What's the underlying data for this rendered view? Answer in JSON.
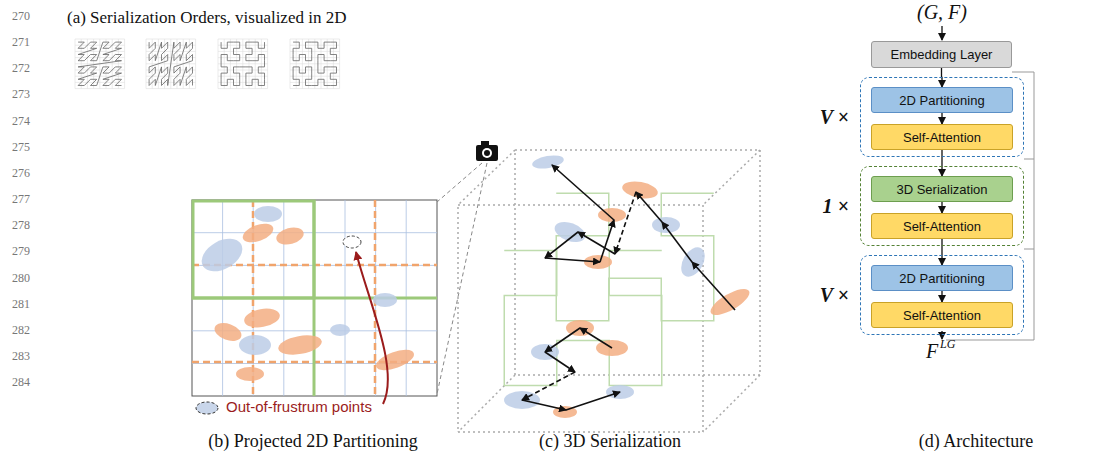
{
  "diagram": {
    "nodes": [
      {
        "text": [
          "Embedding Layer"
        ]
      },
      {
        "text": [
          "V ×"
        ]
      },
      {
        "text": [
          "2D Partitioning"
        ],
        "in": 1
      },
      {
        "text": [
          "Self-Attention"
        ],
        "in": 1
      },
      {
        "text": [
          "1 ×"
        ]
      },
      {
        "text": [
          "3D Serialization"
        ],
        "in": 4
      },
      {
        "text": [
          "Self-Attention"
        ],
        "in": 4
      },
      {
        "text": [
          "V ×"
        ]
      },
      {
        "text": [
          "2D Partitioning"
        ],
        "in": 7
      },
      {
        "text": [
          "Self-Attention"
        ],
        "in": 7
      }
    ],
    "edges": [
      {
        "from": 0,
        "to": 2,
        "arrow": "to"
      },
      {
        "from": 2,
        "to": 3,
        "arrow": "to"
      },
      {
        "from": 3,
        "to": 5,
        "arrow": "to"
      },
      {
        "from": 5,
        "to": 6,
        "arrow": "to"
      },
      {
        "from": 6,
        "to": 8,
        "arrow": "to"
      },
      {
        "from": 8,
        "to": 9,
        "arrow": "to"
      }
    ],
    "labels": [
      "270",
      "271",
      "272",
      "273",
      "274",
      "275",
      "276",
      "277",
      "278",
      "279",
      "280",
      "281",
      "282",
      "283",
      "284",
      "(a) Serialization Orders, visualized in 2D",
      "Out-of-frustrum points",
      "(b) Projected 2D Partitioning",
      "(c) 3D Serialization",
      "(G, F)",
      "F",
      "LG",
      "(d) Architecture"
    ]
  }
}
